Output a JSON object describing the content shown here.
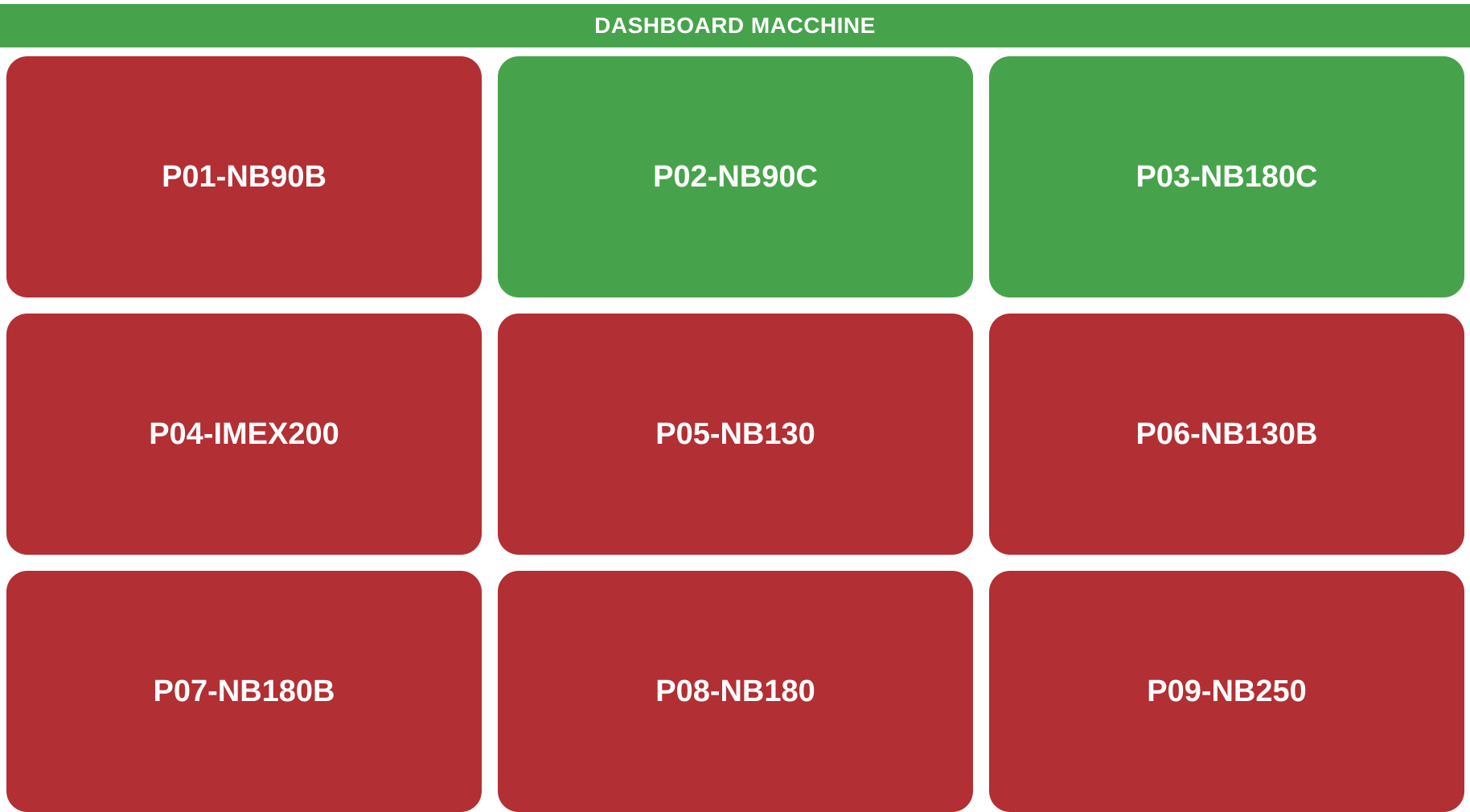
{
  "header": {
    "title": "DASHBOARD MACCHINE",
    "color": "#47a34b"
  },
  "colors": {
    "running": "#47a34b",
    "stopped": "#b22f33",
    "text": "#ffffff"
  },
  "machines": [
    {
      "label": "P01-NB90B",
      "status": "stopped"
    },
    {
      "label": "P02-NB90C",
      "status": "running"
    },
    {
      "label": "P03-NB180C",
      "status": "running"
    },
    {
      "label": "P04-IMEX200",
      "status": "stopped"
    },
    {
      "label": "P05-NB130",
      "status": "stopped"
    },
    {
      "label": "P06-NB130B",
      "status": "stopped"
    },
    {
      "label": "P07-NB180B",
      "status": "stopped"
    },
    {
      "label": "P08-NB180",
      "status": "stopped"
    },
    {
      "label": "P09-NB250",
      "status": "stopped"
    }
  ]
}
